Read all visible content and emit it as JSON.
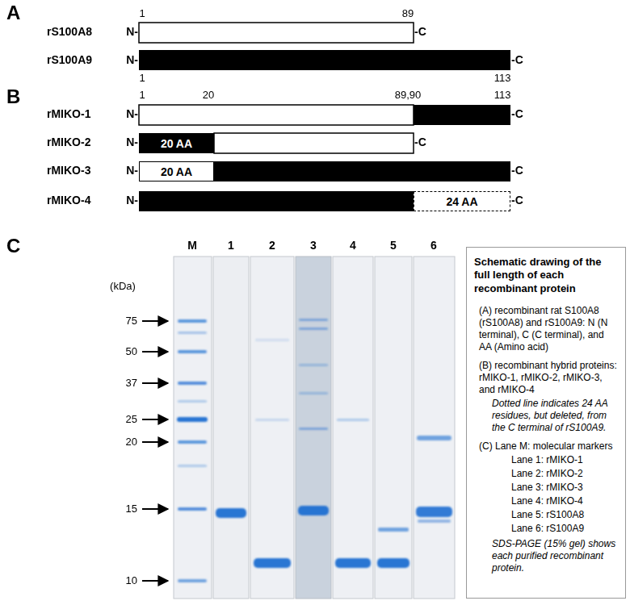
{
  "diagram": {
    "nodes": [
      {
        "text": [
          "20 AA"
        ]
      },
      {
        "text": [
          "20 AA"
        ]
      },
      {
        "text": [
          "24 AA"
        ]
      },
      {
        "text": [
          "Schematic drawing of the full length of each recombinant protein",
          "(A) recombinant rat S100A8 (rS100A8) and rS100A9: N (N terminal), C (C terminal), and AA (Amino acid)",
          "(B) recombinant hybrid proteins: rMIKO-1, rMIKO-2, rMIKO-3, and rMIKO-4",
          "Dotted line indicates 24 AA residues, but deleted, from the C terminal of rS100A9.",
          "(C) Lane M: molecular markers",
          "Lane 1: rMIKO-1",
          "Lane 2: rMIKO-2",
          "Lane 3: rMIKO-3",
          "Lane 4: rMIKO-4",
          "Lane 5: rS100A8",
          "Lane 6: rS100A9",
          "SDS-PAGE (15% gel) shows each purified recombinant protein."
        ]
      }
    ],
    "edges": [],
    "labels": [
      "A",
      "rS100A8",
      "N-",
      "-C",
      "1",
      "89",
      "rS100A9",
      "N-",
      "-C",
      "1",
      "113",
      "B",
      "1",
      "20",
      "89,90",
      "113",
      "rMIKO-1",
      "N-",
      "-C",
      "rMIKO-2",
      "N-",
      "-C",
      "rMIKO-3",
      "N-",
      "-C",
      "rMIKO-4",
      "N-",
      "-C",
      "C",
      "M",
      "1",
      "2",
      "3",
      "4",
      "5",
      "6",
      "(kDa)",
      "75",
      "50",
      "37",
      "25",
      "20",
      "15",
      "10"
    ]
  }
}
